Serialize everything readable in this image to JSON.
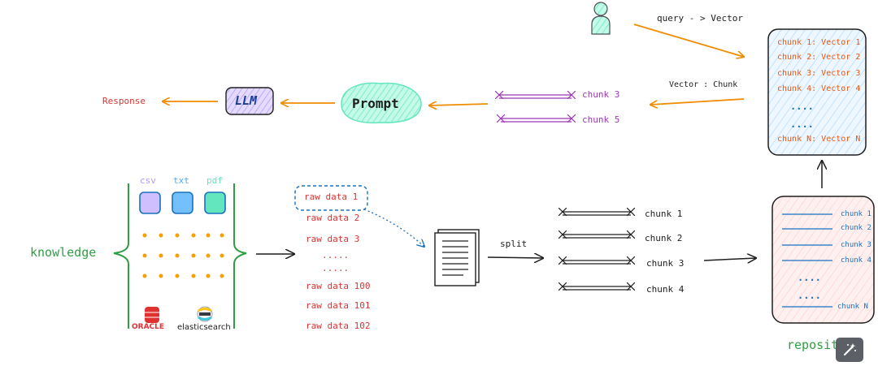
{
  "query": {
    "label": "query - > Vector"
  },
  "vector_store": {
    "items": [
      "chunk 1: Vector 1",
      "chunk 2: Vector 2",
      "chunk 3: Vector 3",
      "chunk 4: Vector 4",
      "....",
      "....",
      "chunk N: Vector N"
    ]
  },
  "vector_chunk_label": "Vector : Chunk",
  "retrieved": {
    "items": [
      "chunk 3",
      "chunk 5"
    ]
  },
  "prompt_label": "Prompt",
  "llm_label": "LLM",
  "response_label": "Response",
  "knowledge": {
    "label": "knowledge",
    "file_types": [
      "csv",
      "txt",
      "pdf"
    ],
    "sources": [
      "ORACLE",
      "elasticsearch"
    ]
  },
  "raw_data": {
    "items": [
      "raw data 1",
      "raw data 2",
      "raw data 3",
      ".....",
      ".....",
      "raw data 100",
      "raw data 101",
      "raw data 102"
    ]
  },
  "split_label": "split",
  "chunks": {
    "items": [
      "chunk 1",
      "chunk 2",
      "chunk 3",
      "chunk 4"
    ]
  },
  "repository": {
    "label": "repository",
    "items": [
      "chunk 1",
      "chunk 2",
      "chunk 3",
      "chunk 4",
      "....",
      "....",
      "chunk N"
    ]
  },
  "colors": {
    "orange": "#f08c00",
    "green": "#2f9e44",
    "purple": "#9c36b5",
    "blue": "#1971c2",
    "red": "#e03131"
  }
}
